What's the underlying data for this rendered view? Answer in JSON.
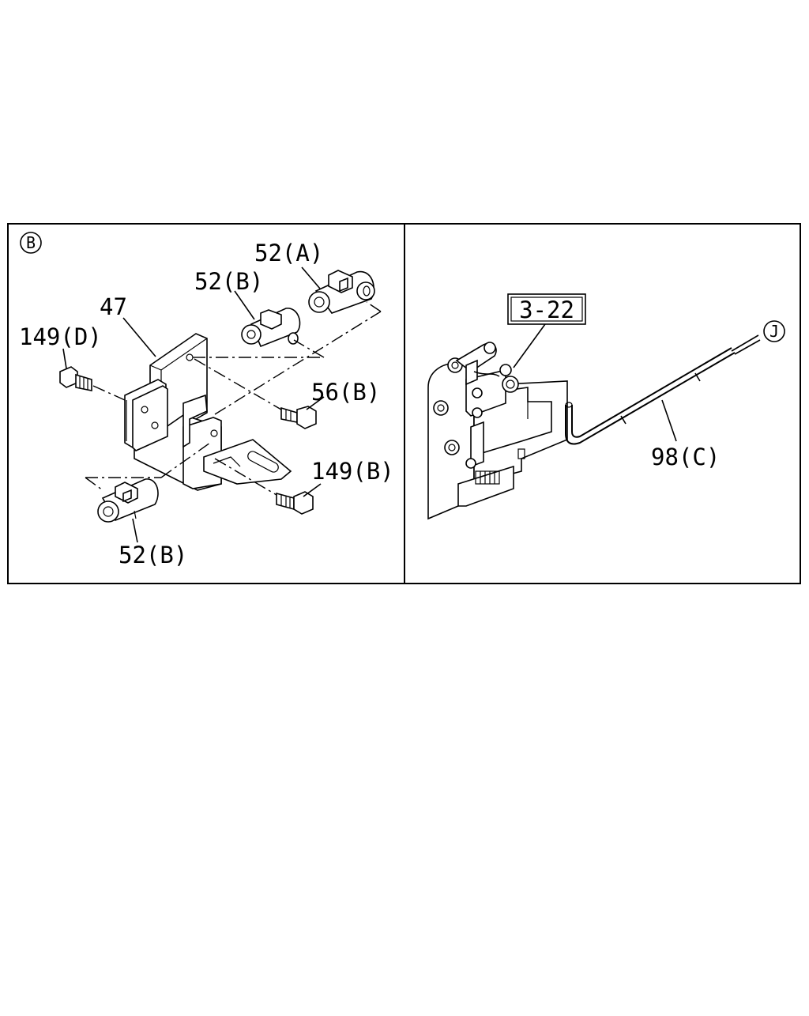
{
  "views": [
    {
      "marker": "B"
    },
    {
      "marker": "J"
    }
  ],
  "labels": {
    "p52a": "52(A)",
    "p52b_top": "52(B)",
    "p47": "47",
    "p149d": "149(D)",
    "p56b": "56(B)",
    "p149b": "149(B)",
    "p52b_bottom": "52(B)",
    "ref322": "3-22",
    "p98c": "98(C)"
  }
}
